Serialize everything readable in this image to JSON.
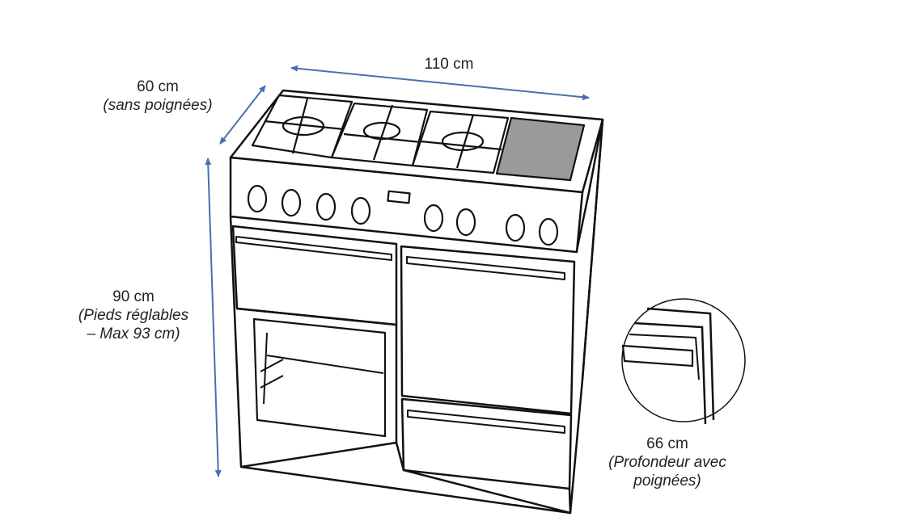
{
  "dimensions": {
    "width": {
      "value": "110 cm"
    },
    "depth": {
      "value": "60 cm",
      "note": "(sans poignées)"
    },
    "height": {
      "value": "90 cm",
      "note_line1": "(Pieds réglables",
      "note_line2": "– Max 93 cm)"
    },
    "depth_with_handles": {
      "value": "66 cm",
      "note_line1": "(Profondeur avec",
      "note_line2": "poignées)"
    }
  },
  "colors": {
    "arrow": "#4a6fb0",
    "line": "#111111",
    "griddle": "#9a9a9a"
  }
}
